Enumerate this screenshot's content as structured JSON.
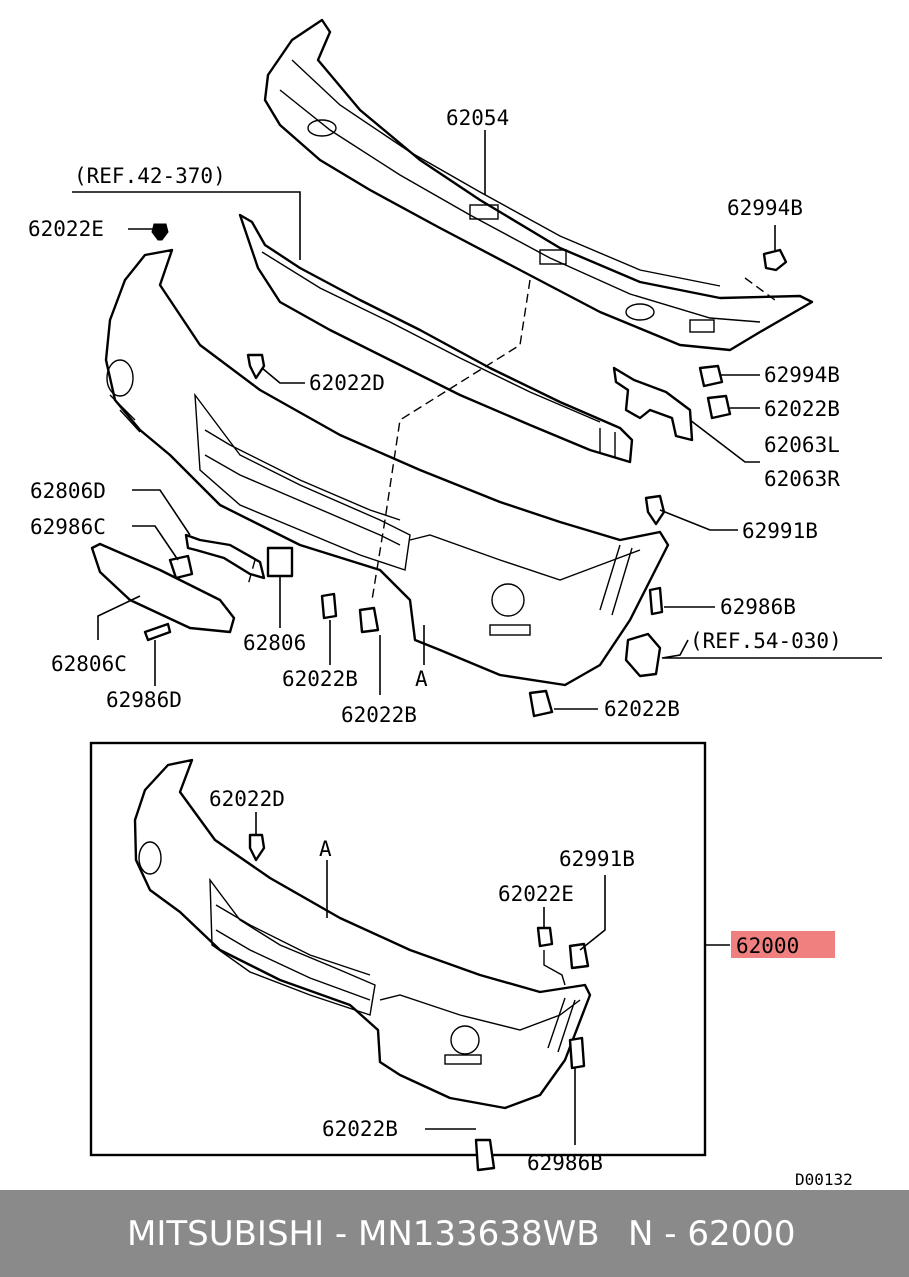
{
  "labels": {
    "p62054": "62054",
    "ref42": "(REF.42-370)",
    "p62022E": "62022E",
    "p62994B_top": "62994B",
    "p62022D": "62022D",
    "p62994B": "62994B",
    "p62022B_r": "62022B",
    "p62063L": "62063L",
    "p62063R": "62063R",
    "p62806D": "62806D",
    "p62986C": "62986C",
    "p62991B": "62991B",
    "p62986B": "62986B",
    "ref54": "(REF.54-030)",
    "p62806": "62806",
    "p62022B_1": "62022B",
    "A": "A",
    "p62022B_2": "62022B",
    "p62806C": "62806C",
    "p62986D": "62986D",
    "p62022B_3": "62022B",
    "box_62022D": "62022D",
    "box_A": "A",
    "box_62991B": "62991B",
    "box_62022E": "62022E",
    "p62000": "62000",
    "box_62022B": "62022B",
    "box_62986B": "62986B",
    "code": "D00132"
  },
  "colors": {
    "highlight": "#f08080",
    "footer_bg": "#8a8a8a",
    "footer_text": "#ffffff"
  },
  "footer": {
    "brand_part": "MITSUBISHI - MN133638WB",
    "ref": "N - 62000"
  }
}
